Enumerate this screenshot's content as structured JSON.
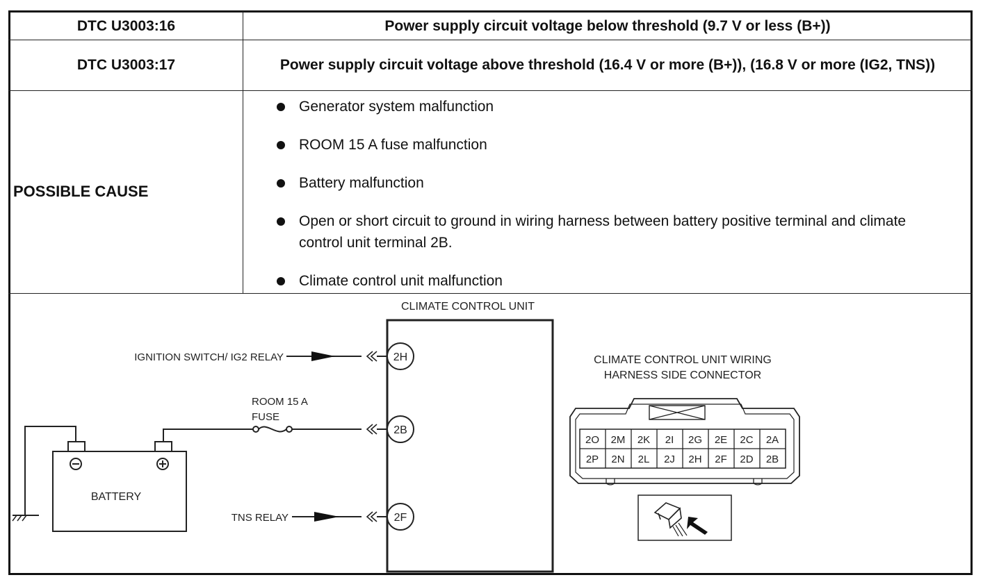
{
  "rows": [
    {
      "code": "DTC U3003:16",
      "description": "Power supply circuit voltage below threshold (9.7 V or less (B+))"
    },
    {
      "code": "DTC U3003:17",
      "description": "Power supply circuit voltage above threshold (16.4 V or more (B+)), (16.8 V or more (IG2, TNS))"
    }
  ],
  "possible_cause": {
    "label": "POSSIBLE CAUSE",
    "items": [
      "Generator system malfunction",
      "ROOM 15 A fuse malfunction",
      "Battery malfunction",
      "Open or short circuit to ground in wiring harness between battery positive terminal and climate control unit terminal 2B.",
      "Climate control unit malfunction"
    ]
  },
  "diagram": {
    "unit_title": "CLIMATE CONTROL UNIT",
    "ignition_label": "IGNITION SWITCH/ IG2 RELAY",
    "fuse_label_1": "ROOM 15 A",
    "fuse_label_2": "FUSE",
    "tns_label": "TNS RELAY",
    "battery_label": "BATTERY",
    "terminals": [
      "2H",
      "2B",
      "2F"
    ],
    "connector_title_1": "CLIMATE CONTROL UNIT WIRING",
    "connector_title_2": "HARNESS SIDE CONNECTOR",
    "connector_row_1": [
      "2O",
      "2M",
      "2K",
      "2I",
      "2G",
      "2E",
      "2C",
      "2A"
    ],
    "connector_row_2": [
      "2P",
      "2N",
      "2L",
      "2J",
      "2H",
      "2F",
      "2D",
      "2B"
    ]
  }
}
